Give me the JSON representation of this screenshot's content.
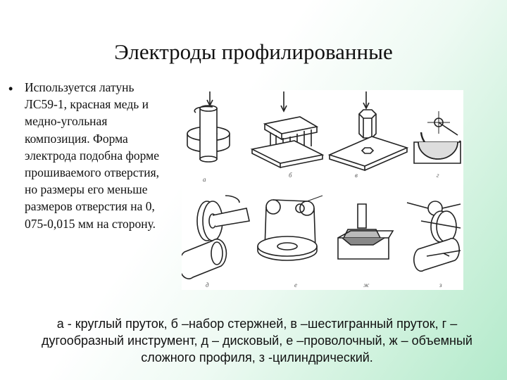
{
  "slide": {
    "title": "Электроды профилированные",
    "bullet_text": "Используется латунь ЛС59-1, красная медь и медно-угольная композиция. Форма электрода подобна форме прошиваемого отверстия, но размеры его меньше размеров отверстия на 0, 075-0,015 мм на сторону.",
    "caption": "а - круглый пруток, б –набор стержней, в –шестигранный пруток, г – дугообразный инструмент, д – дисковый, е –проволочный, ж – объемный сложного профиля, з -цилиндрический."
  },
  "figure": {
    "panel_labels": [
      "а",
      "б",
      "в",
      "г",
      "д",
      "е",
      "ж",
      "з"
    ]
  }
}
